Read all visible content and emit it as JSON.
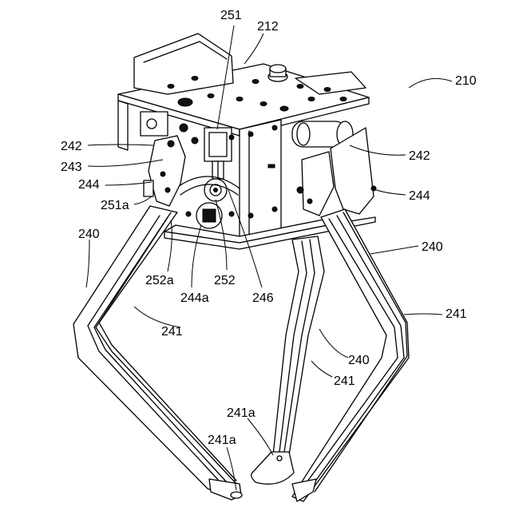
{
  "figure": {
    "labels": [
      {
        "id": "l251",
        "text": "251"
      },
      {
        "id": "l212",
        "text": "212"
      },
      {
        "id": "l210",
        "text": "210"
      },
      {
        "id": "l242a",
        "text": "242"
      },
      {
        "id": "l243",
        "text": "243"
      },
      {
        "id": "l244a",
        "text": "244"
      },
      {
        "id": "l251a",
        "text": "251a"
      },
      {
        "id": "l240a",
        "text": "240"
      },
      {
        "id": "l252a",
        "text": "252a"
      },
      {
        "id": "l244aa",
        "text": "244a"
      },
      {
        "id": "l252",
        "text": "252"
      },
      {
        "id": "l246",
        "text": "246"
      },
      {
        "id": "l241a",
        "text": "241"
      },
      {
        "id": "l242b",
        "text": "242"
      },
      {
        "id": "l244b",
        "text": "244"
      },
      {
        "id": "l240b",
        "text": "240"
      },
      {
        "id": "l241b",
        "text": "241"
      },
      {
        "id": "l240c",
        "text": "240"
      },
      {
        "id": "l241c",
        "text": "241"
      },
      {
        "id": "l241a1",
        "text": "241a"
      },
      {
        "id": "l241a2",
        "text": "241a"
      }
    ]
  }
}
